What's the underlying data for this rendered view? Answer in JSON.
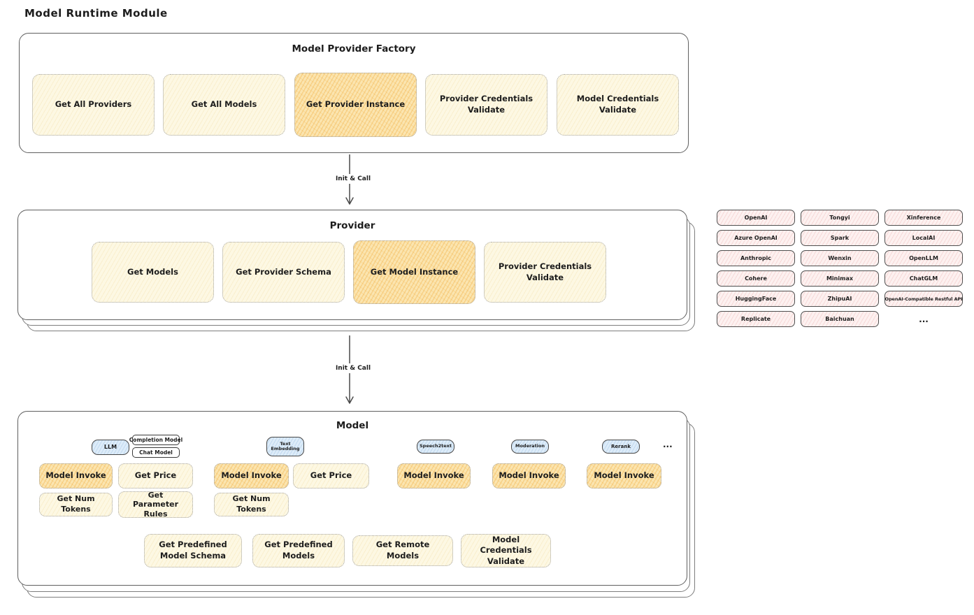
{
  "diagram_title": "Model Runtime Module",
  "colors": {
    "node_cream": "#fdf8e3",
    "node_highlight_orange": "#fbe5b0",
    "type_pill_blue": "#ddecf9",
    "provider_chip_pink": "#fdf1f0",
    "container_border": "#5f5f5f",
    "text": "#1d1d1d"
  },
  "factory": {
    "title": "Model Provider Factory",
    "nodes": [
      {
        "label": "Get All Providers"
      },
      {
        "label": "Get All Models"
      },
      {
        "label": "Get Provider Instance"
      },
      {
        "label": "Provider Credentials Validate"
      },
      {
        "label": "Model Credentials Validate"
      }
    ]
  },
  "connections": {
    "factory_to_provider": "Init & Call",
    "provider_to_model": "Init & Call"
  },
  "provider": {
    "title": "Provider",
    "nodes": [
      {
        "label": "Get Models"
      },
      {
        "label": "Get Provider Schema"
      },
      {
        "label": "Get Model Instance"
      },
      {
        "label": "Provider Credentials Validate"
      }
    ]
  },
  "providers_list": {
    "rows": [
      [
        "OpenAI",
        "Tongyi",
        "Xinference"
      ],
      [
        "Azure OpenAI",
        "Spark",
        "LocalAI"
      ],
      [
        "Anthropic",
        "Wenxin",
        "OpenLLM"
      ],
      [
        "Cohere",
        "Minimax",
        "ChatGLM"
      ],
      [
        "HuggingFace",
        "ZhipuAI",
        "OpenAI-Compatible Restful API"
      ],
      [
        "Replicate",
        "Baichuan",
        "..."
      ]
    ]
  },
  "model": {
    "title": "Model",
    "types": {
      "llm": "LLM",
      "completion_model": "Completion Model",
      "chat_model": "Chat Model",
      "text_embedding": "Text Embedding",
      "speech2text": "Speech2text",
      "moderation": "Moderation",
      "rerank": "Rerank",
      "more": "..."
    },
    "actions": {
      "model_invoke": "Model Invoke",
      "get_price": "Get Price",
      "get_num_tokens": "Get Num Tokens",
      "get_parameter_rules": "Get Parameter Rules",
      "get_predefined_model_schema": "Get Predefined Model Schema",
      "get_predefined_models": "Get Predefined Models",
      "get_remote_models": "Get Remote Models",
      "model_credentials_validate": "Model Credentials Validate"
    }
  }
}
